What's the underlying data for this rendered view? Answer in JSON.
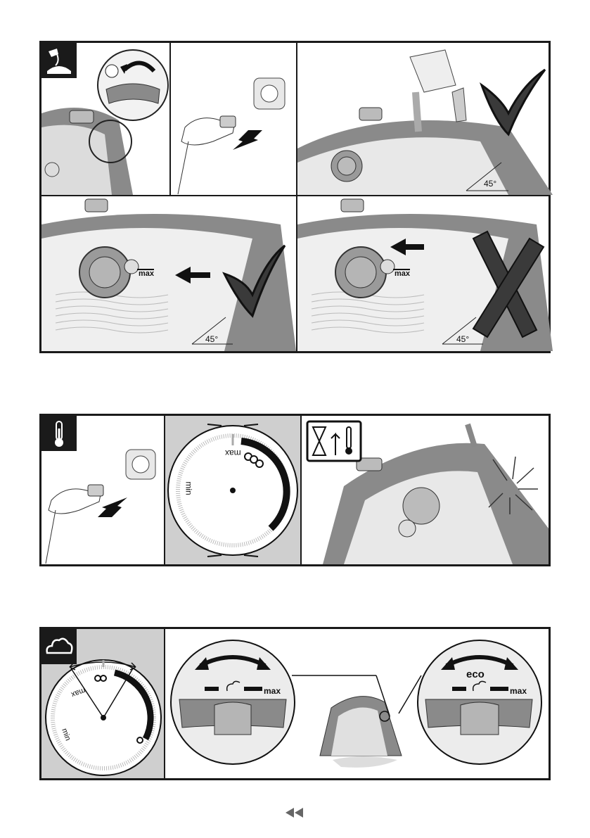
{
  "panels": {
    "fill": {
      "angle_label": "45°",
      "max_label": "max"
    },
    "heat": {
      "dial_max": "max",
      "dial_min": "min"
    },
    "steam": {
      "dial_max": "max",
      "dial_min": "min",
      "max_label": "max",
      "eco_label": "eco"
    }
  },
  "icons": {
    "fill": "water-fill-icon",
    "heat": "thermometer-icon",
    "steam": "steam-cloud-icon",
    "nav": "page-back-icon"
  },
  "colors": {
    "frame": "#1a1a1a",
    "iron_body": "#8a8a8a",
    "iron_light": "#e8e8e8",
    "panel_grey": "#cfcfcf"
  }
}
